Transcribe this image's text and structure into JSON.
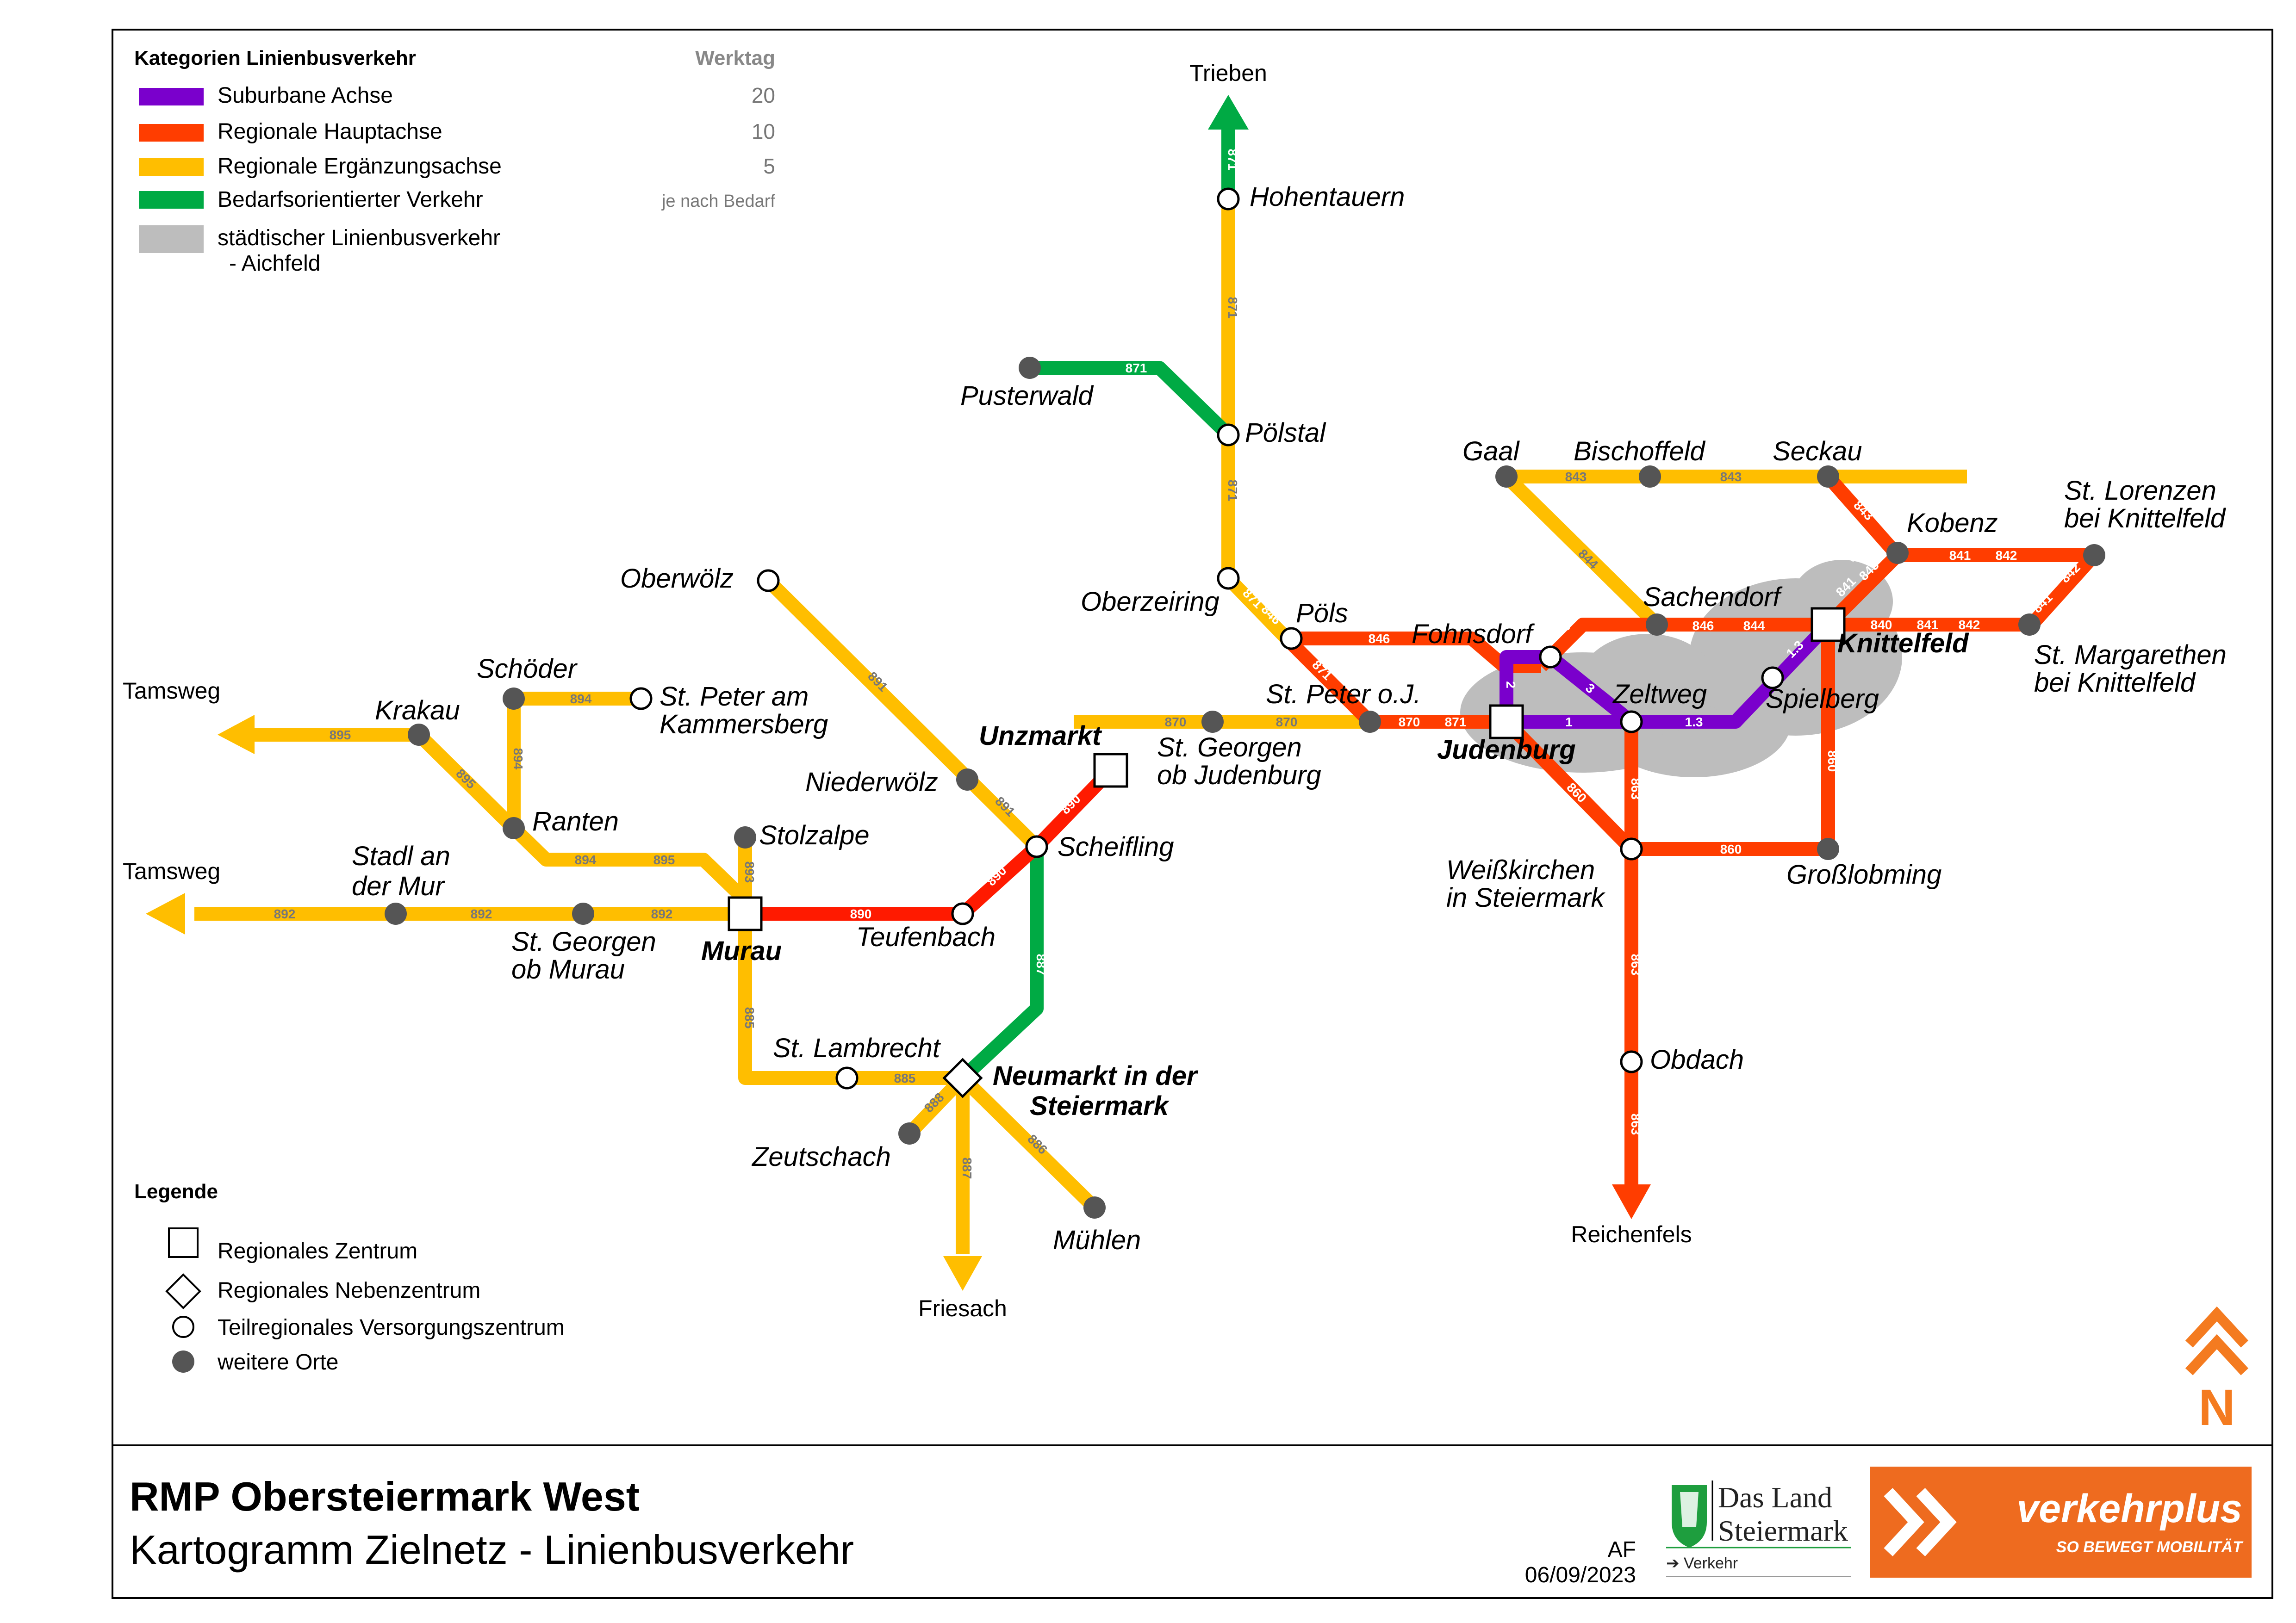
{
  "legend_top": {
    "title": "Kategorien Linienbusverkehr",
    "freq_header": "Werktag",
    "items": [
      {
        "label": "Suburbane Achse",
        "freq": "20",
        "color": "#7a00cc"
      },
      {
        "label": "Regionale Hauptachse",
        "freq": "10",
        "color": "#ff3d00"
      },
      {
        "label": "Regionale Ergänzungsachse",
        "freq": "5",
        "color": "#ffbe00"
      },
      {
        "label": "Bedarfsorientierter Verkehr",
        "freq": "je nach Bedarf",
        "color": "#00aa44"
      }
    ],
    "urban_label_1": "städtischer Linienbusverkehr",
    "urban_label_2": "- Aichfeld",
    "urban_color": "#bdbdbd"
  },
  "legend_bottom": {
    "title": "Legende",
    "items": [
      "Regionales Zentrum",
      "Regionales Nebenzentrum",
      "Teilregionales Versorgungszentrum",
      "weitere Orte"
    ]
  },
  "footer": {
    "title": "RMP Obersteiermark West",
    "subtitle": "Kartogramm Zielnetz - Linienbusverkehr",
    "author": "AF",
    "date": "06/09/2023",
    "land_line1": "Das Land",
    "land_line2": "Steiermark",
    "land_sub": "➔ Verkehr",
    "vp_name": "verkehrplus",
    "vp_slogan": "SO BEWEGT MOBILITÄT",
    "north": "N"
  },
  "map": {
    "places": {
      "trieben": "Trieben",
      "hohentauern": "Hohentauern",
      "pusterwald": "Pusterwald",
      "poelstal": "Pölstal",
      "gaal": "Gaal",
      "bischoffeld": "Bischoffeld",
      "seckau": "Seckau",
      "kobenz": "Kobenz",
      "stlorenzen1": "St. Lorenzen",
      "stlorenzen2": "bei Knittelfeld",
      "oberzeiring": "Oberzeiring",
      "poels": "Pöls",
      "fohnsdorf": "Fohnsdorf",
      "sachendorf": "Sachendorf",
      "knittelfeld": "Knittelfeld",
      "stmargarethen1": "St. Margarethen",
      "stmargarethen2": "bei Knittelfeld",
      "oberwoelz": "Oberwölz",
      "schoeder": "Schöder",
      "stpeterkb1": "St. Peter am",
      "stpeterkb2": "Kammersberg",
      "tamsweg1": "Tamsweg",
      "krakau": "Krakau",
      "unzmarkt": "Unzmarkt",
      "stpeteroj": "St. Peter o.J.",
      "zeltweg": "Zeltweg",
      "spielberg": "Spielberg",
      "stgeorgenj1": "St. Georgen",
      "stgeorgenj2": "ob Judenburg",
      "judenburg": "Judenburg",
      "niederwoelz": "Niederwölz",
      "ranten": "Ranten",
      "stolzalpe": "Stolzalpe",
      "scheifling": "Scheifling",
      "tamsweg2": "Tamsweg",
      "stadl1": "Stadl an",
      "stadl2": "der Mur",
      "weisskirchen1": "Weißkirchen",
      "weisskirchen2": "in Steiermark",
      "grosslobming": "Großlobming",
      "stgeorgenm1": "St. Georgen",
      "stgeorgenm2": "ob Murau",
      "murau": "Murau",
      "teufenbach": "Teufenbach",
      "stlambrecht": "St. Lambrecht",
      "neumarkt1": "Neumarkt in der",
      "neumarkt2": "Steiermark",
      "obdach": "Obdach",
      "zeutschach": "Zeutschach",
      "friesach": "Friesach",
      "muehlen": "Mühlen",
      "reichenfels": "Reichenfels"
    },
    "line_numbers": {
      "l871": "871",
      "l870": "870",
      "l890": "890",
      "l887": "887",
      "l885": "885",
      "l886": "886",
      "l888": "888",
      "l892": "892",
      "l893": "893",
      "l894": "894",
      "l895": "895",
      "l891": "891",
      "l846": "846",
      "l843": "843",
      "l844": "844",
      "l842": "842",
      "l841": "841",
      "l840": "840",
      "l860": "860",
      "l863": "863",
      "l1": "1",
      "l2": "2",
      "l3": "3",
      "l13": "1.3"
    }
  }
}
